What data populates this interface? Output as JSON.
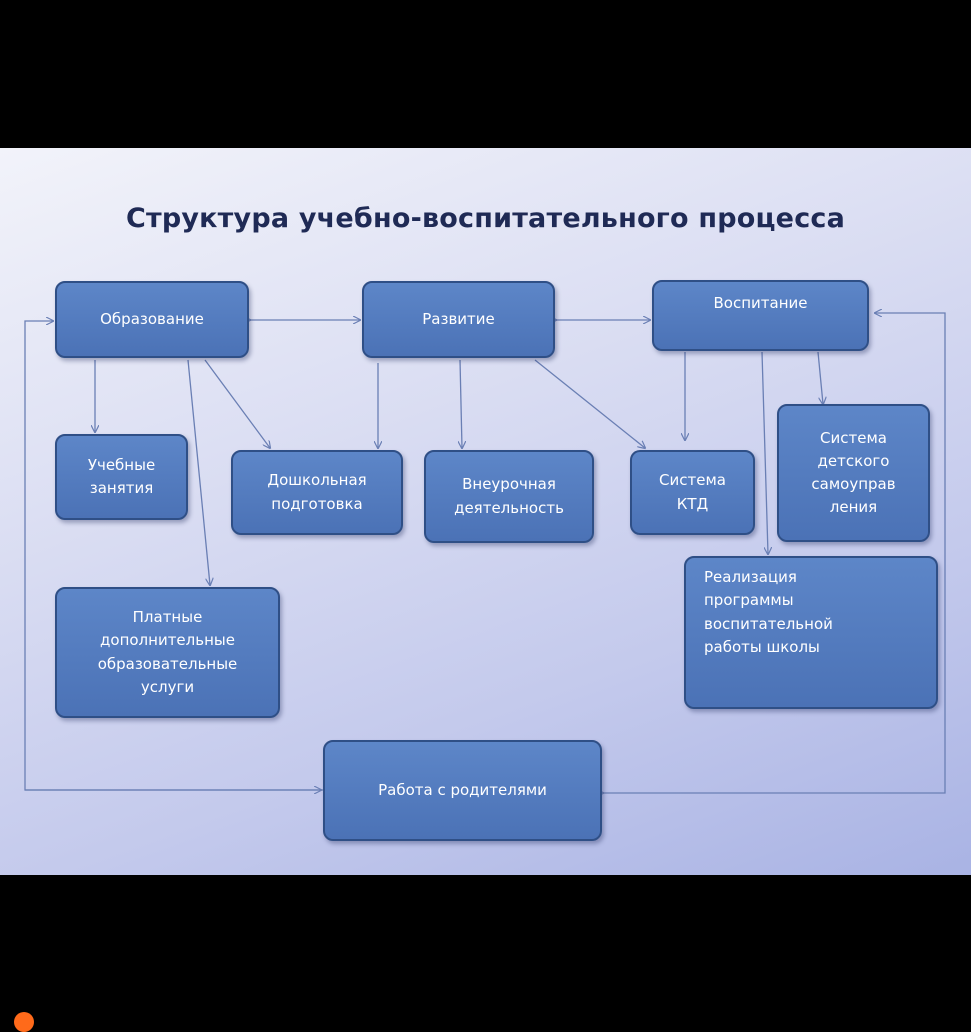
{
  "title": "Структура учебно-воспитательного процесса",
  "nodes": {
    "obrazovanie": "Образование",
    "razvitie": "Развитие",
    "vospitanie": "Воспитание",
    "uchebnye": "Учебные\nзанятия",
    "doshkolnaya": "Дошкольная\nподготовка",
    "vneurochnaya": "Внеурочная\nдеятельность",
    "ktd": "Система\nКТД",
    "samoupravlenie": "Система\nдетского\nсамоуправ\nления",
    "realizaciya": "Реализация\nпрограммы\nвоспитательной\nработы школы",
    "platnye": "Платные\nдополнительные\nобразовательные\nуслуги",
    "roditeli": "Работа с родителями"
  },
  "colors": {
    "node_fill": "#4f77ba",
    "node_border": "#2f4f86",
    "connector": "#6a7fb4",
    "title": "#1f2a55"
  }
}
